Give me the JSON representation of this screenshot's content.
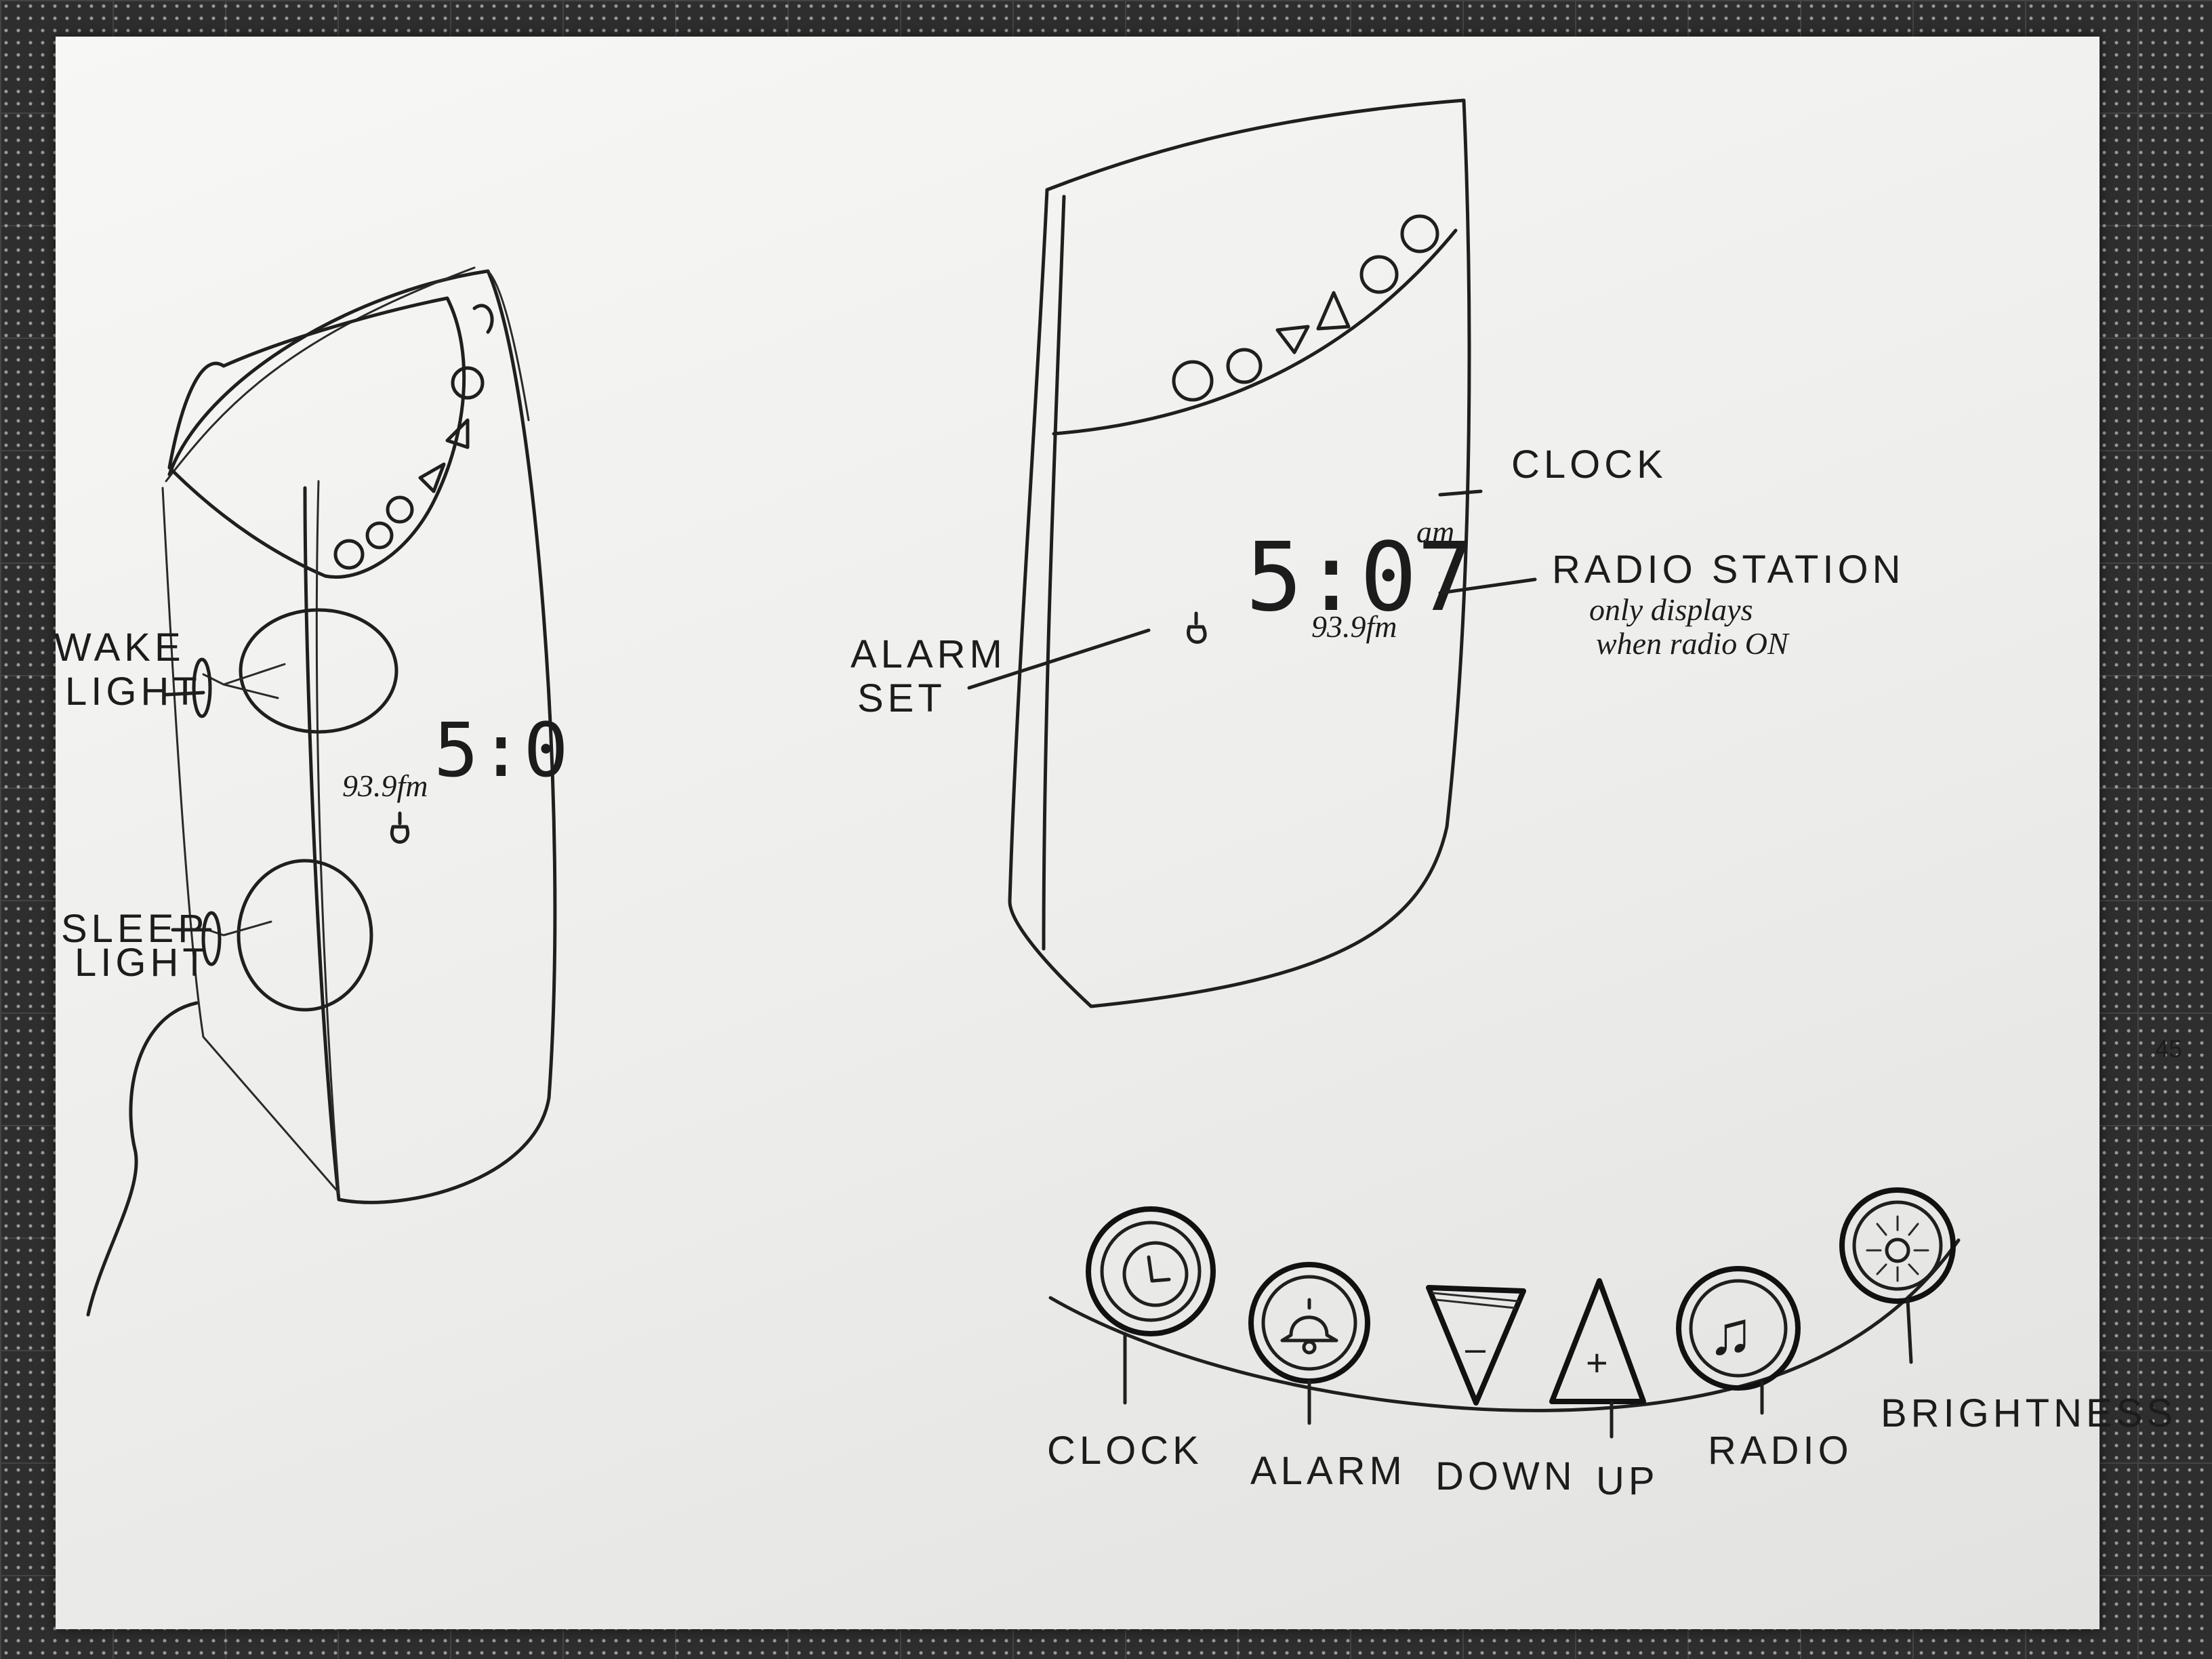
{
  "left_sketch": {
    "labels": {
      "wake_light": "WAKE LIGHT",
      "sleep_light": "SLEEP LIGHT"
    },
    "display": {
      "time": "5:0",
      "station": "93.9fm"
    }
  },
  "middle_sketch": {
    "labels": {
      "clock": "CLOCK",
      "alarm_set": "ALARM SET"
    },
    "display": {
      "time": "5:07",
      "ampm": "am",
      "station": "93.9fm"
    },
    "note": {
      "title": "RADIO STATION",
      "line1": "only displays",
      "line2": "when radio ON"
    }
  },
  "button_strip": {
    "buttons": [
      {
        "label": "CLOCK",
        "icon": "clock-icon"
      },
      {
        "label": "ALARM",
        "icon": "bell-icon"
      },
      {
        "label": "DOWN",
        "icon": "triangle-down-icon"
      },
      {
        "label": "UP",
        "icon": "triangle-up-icon"
      },
      {
        "label": "RADIO",
        "icon": "music-note-icon"
      },
      {
        "label": "BRIGHTNESS",
        "icon": "sun-icon"
      }
    ]
  },
  "ruler_mark": "45"
}
